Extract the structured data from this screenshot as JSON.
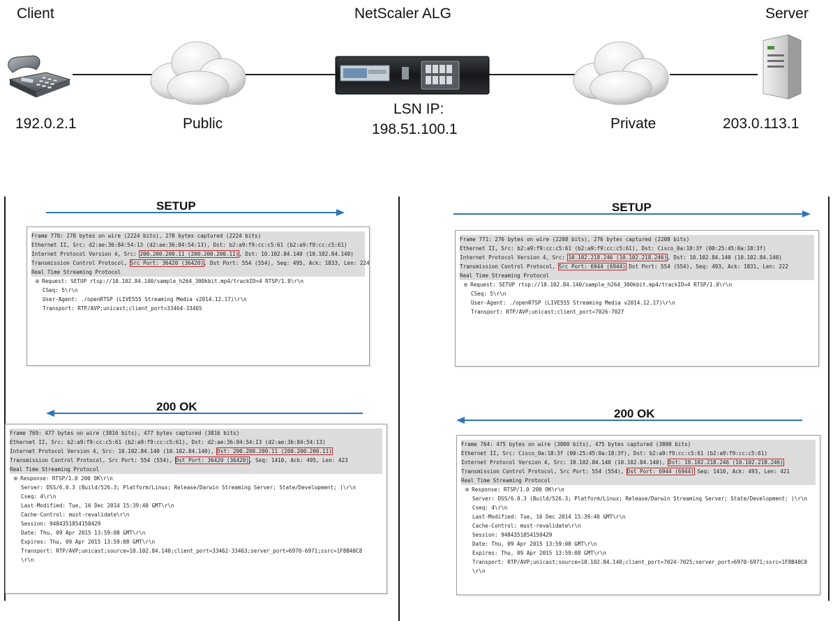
{
  "topology": {
    "client": {
      "title": "Client",
      "ip": "192.0.2.1"
    },
    "public": {
      "label": "Public"
    },
    "alg": {
      "title": "NetScaler ALG",
      "lsn_label": "LSN IP:",
      "lsn_ip": "198.51.100.1"
    },
    "private": {
      "label": "Private"
    },
    "server": {
      "title": "Server",
      "ip": "203.0.113.1"
    }
  },
  "colors": {
    "arrow": "#2e75b6",
    "highlight_box": "#c0282d",
    "row_highlight": "#dcdcdc"
  },
  "left": {
    "setup": {
      "title": "SETUP",
      "direction": "right",
      "frame": "Frame 770: 278 bytes on wire (2224 bits), 278 bytes captured (2224 bits)",
      "ethernet": "Ethernet II, Src: d2:ae:36:84:54:13 (d2:ae:36:84:54:13), Dst: b2:a9:f9:cc:c5:61 (b2:a9:f9:cc:c5:61)",
      "ip_prefix": "Internet Protocol Version 4, Src: ",
      "ip_box": "200.200.200.11 (200.200.200.11)",
      "ip_suffix": ", Dst: 10.102.84.140 (10.102.84.140)",
      "tcp_prefix": "Transmission Control Protocol, ",
      "tcp_box": "Src Port: 36420 (36420)",
      "tcp_suffix": ", Dst Port: 554 (554), Seq: 495, Ack: 1833, Len: 224",
      "rtsp": "Real Time Streaming Protocol",
      "request": "⊞ Request: SETUP rtsp://10.102.84.140/sample_h264_300kbit.mp4/trackID=4 RTSP/1.0\\r\\n",
      "cseq": "CSeq: 5\\r\\n",
      "user_agent": "User-Agent: ./openRTSP (LIVE555 Streaming Media v2014.12.17)\\r\\n",
      "transport": "Transport: RTP/AVP;unicast;client_port=33464-33465"
    },
    "ok": {
      "title": "200 OK",
      "direction": "left",
      "frame": "Frame 769: 477 bytes on wire (3816 bits), 477 bytes captured (3816 bits)",
      "ethernet": "Ethernet II, Src: b2:a9:f9:cc:c5:61 (b2:a9:f9:cc:c5:61), Dst: d2:ae:36:84:54:13 (d2:ae:36:84:54:13)",
      "ip_prefix": "Internet Protocol Version 4, Src: 10.102.84.140 (10.102.84.140), ",
      "ip_box": "Dst: 200.200.200.11 (200.200.200.11)",
      "ip_suffix": "",
      "tcp_prefix": "Transmission Control Protocol, Src Port: 554 (554), ",
      "tcp_box": "Dst Port: 36420 (36420)",
      "tcp_suffix": ", Seq: 1410, Ack: 495, Len: 423",
      "rtsp": "Real Time Streaming Protocol",
      "response": "⊞ Response: RTSP/1.0 200 OK\\r\\n",
      "server": "Server: DSS/6.0.3 (Build/526.3; Platform/Linux; Release/Darwin Streaming Server; State/Development; )\\r\\n",
      "cseq": "Cseq: 4\\r\\n",
      "last_modified": "Last-Modified: Tue, 16 Dec 2014 15:39:40 GMT\\r\\n",
      "cache_control": "Cache-Control: must-revalidate\\r\\n",
      "session": "Session: 9484351854150429",
      "date": "Date: Thu, 09 Apr 2015 13:59:08 GMT\\r\\n",
      "expires": "Expires: Thu, 09 Apr 2015 13:59:08 GMT\\r\\n",
      "transport": "Transport: RTP/AVP;unicast;source=10.102.84.140;client_port=33462-33463;server_port=6970-6971;ssrc=1F8B40C8",
      "crlf": "\\r\\n"
    }
  },
  "right": {
    "setup": {
      "title": "SETUP",
      "direction": "right",
      "frame": "Frame 771: 276 bytes on wire (2208 bits), 276 bytes captured (2208 bits)",
      "ethernet": "Ethernet II, Src: b2:a9:f9:cc:c5:61 (b2:a9:f9:cc:c5:61), Dst: Cisco_0a:18:3f (00:25:45:0a:18:3f)",
      "ip_prefix": "Internet Protocol Version 4, Src: ",
      "ip_box": "10.102.218.246 (10.102.218.246)",
      "ip_suffix": ", Dst: 10.102.84.140 (10.102.84.140)",
      "tcp_prefix": "Transmission Control Protocol, ",
      "tcp_box": "Src Port: 6944 (6944)",
      "tcp_suffix": " Dst Port: 554 (554), Seq: 493, Ack: 1831, Len: 222",
      "rtsp": "Real Time Streaming Protocol",
      "request": "⊞ Request: SETUP rtsp://10.102.84.140/sample_h264_300kbit.mp4/trackID=4 RTSP/1.0\\r\\n",
      "cseq": "CSeq: 5\\r\\n",
      "user_agent": "User-Agent: ./openRTSP (LIVE555 Streaming Media v2014.12.17)\\r\\n",
      "transport": "Transport: RTP/AVP;unicast;client_port=7026-7027"
    },
    "ok": {
      "title": "200 OK",
      "direction": "left",
      "frame": "Frame 764: 475 bytes on wire (3800 bits), 475 bytes captured (3800 bits)",
      "ethernet": "Ethernet II, Src: Cisco_0a:18:3f (00:25:45:0a:18:3f), Dst: b2:a9:f9:cc:c5:61 (b2:a9:f9:cc:c5:61)",
      "ip_prefix": "Internet Protocol Version 4, Src: 10.102.84.140 (10.102.84.140), ",
      "ip_box": "Dst: 10.102.218.246 (10.102.218.246)",
      "ip_suffix": "",
      "tcp_prefix": "Transmission Control Protocol, Src Port: 554 (554), ",
      "tcp_box": "Dst Port: 6944 (6944)",
      "tcp_suffix": " Seq: 1410, Ack: 493, Len: 421",
      "rtsp": "Real Time Streaming Protocol",
      "response": "⊞ Response: RTSP/1.0 200 OK\\r\\n",
      "server": "Server: DSS/6.0.3 (Build/526.3; Platform/Linux; Release/Darwin Streaming Server; State/Development; )\\r\\n",
      "cseq": "Cseq: 4\\r\\n",
      "last_modified": "Last-Modified: Tue, 16 Dec 2014 15:39:40 GMT\\r\\n",
      "cache_control": "Cache-Control: must-revalidate\\r\\n",
      "session": "Session: 9484351854150429",
      "date": "Date: Thu, 09 Apr 2015 13:59:08 GMT\\r\\n",
      "expires": "Expires: Thu, 09 Apr 2015 13:59:08 GMT\\r\\n",
      "transport": "Transport: RTP/AVP;unicast;source=10.102.84.140;client_port=7024-7025;server_port=6970-6971;ssrc=1F8B40C8",
      "crlf": "\\r\\n"
    }
  }
}
